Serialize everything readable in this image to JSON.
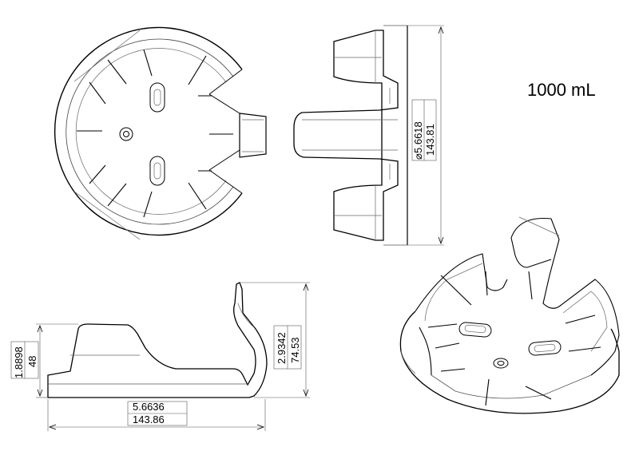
{
  "title": "1000 mL",
  "dimensions": {
    "side_dia_inch": "5.6618",
    "side_dia_mm": "143.81",
    "front_width_inch": "5.6636",
    "front_width_mm": "143.86",
    "front_height_inch": "2.9342",
    "front_height_mm": "74.53",
    "front_base_inch": "1.8898",
    "front_base_mm": "48"
  },
  "colors": {
    "line": "#000000",
    "thin": "#555555",
    "background": "#ffffff"
  }
}
